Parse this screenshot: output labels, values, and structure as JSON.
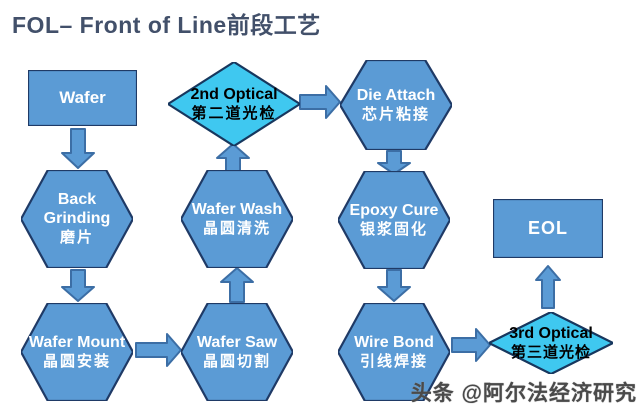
{
  "title": "FOL– Front of Line前段工艺",
  "watermark": "头条 @阿尔法经济研究",
  "colors": {
    "background": "#ffffff",
    "title_text": "#42506a",
    "shape_fill": "#5B9BD5",
    "shape_border": "#1f3a66",
    "diamond_fill": "#3fc8f0",
    "diamond_border": "#17375e",
    "arrow_fill": "#5B9BD5",
    "arrow_border": "#3c6ea5",
    "shape_text": "#ffffff",
    "diamond_text": "#000000",
    "watermark_text": "#4a4a4a"
  },
  "nodes": {
    "wafer": {
      "en": "Wafer"
    },
    "optical2": {
      "en": "2nd Optical",
      "zh": "第二道光检"
    },
    "die_attach": {
      "en": "Die Attach",
      "zh": "芯片粘接"
    },
    "back_grinding": {
      "en": "Back Grinding",
      "zh": "磨片"
    },
    "wafer_wash": {
      "en": "Wafer Wash",
      "zh": "晶圆清洗"
    },
    "epoxy_cure": {
      "en": "Epoxy Cure",
      "zh": "银浆固化"
    },
    "eol": {
      "en": "EOL"
    },
    "wafer_mount": {
      "en": "Wafer Mount",
      "zh": "晶圆安装"
    },
    "wafer_saw": {
      "en": "Wafer Saw",
      "zh": "晶圆切割"
    },
    "wire_bond": {
      "en": "Wire Bond",
      "zh": "引线焊接"
    },
    "optical3": {
      "en": "3rd Optical",
      "zh": "第三道光检"
    }
  }
}
